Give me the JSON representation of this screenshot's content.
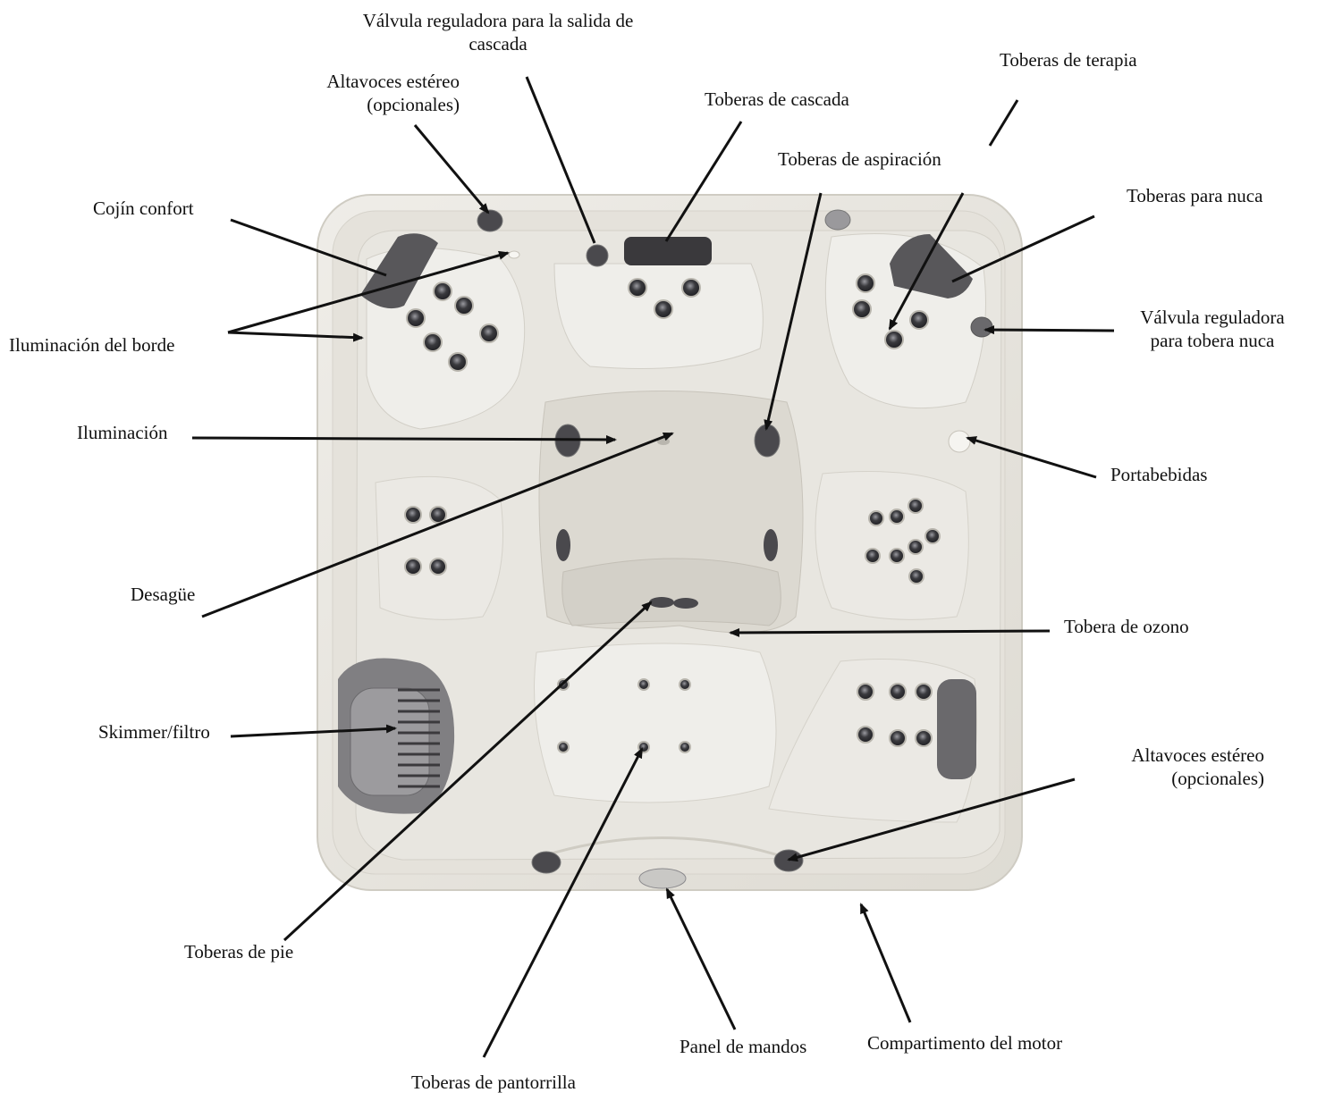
{
  "labels": {
    "valvula_cascada": [
      "Válvula reguladora para la salida de",
      "cascada"
    ],
    "toberas_terapia": "Toberas de terapia",
    "altavoces_top": [
      "Altavoces estéreo",
      "(opcionales)"
    ],
    "toberas_cascada": "Toberas de cascada",
    "toberas_aspiracion": "Toberas de aspiración",
    "cojin_confort": "Cojín confort",
    "toberas_nuca": "Toberas para nuca",
    "iluminacion_borde": "Iluminación del borde",
    "valvula_nuca": [
      "Válvula reguladora",
      "para tobera nuca"
    ],
    "iluminacion": "Iluminación",
    "portabebidas": "Portabebidas",
    "desague": "Desagüe",
    "tobera_ozono": "Tobera de ozono",
    "skimmer": "Skimmer/filtro",
    "altavoces_bottom": [
      "Altavoces estéreo",
      "(opcionales)"
    ],
    "toberas_pie": "Toberas de pie",
    "compartimento_motor": "Compartimento del motor",
    "panel_mandos": "Panel de mandos",
    "toberas_pantorrilla": "Toberas de pantorrilla"
  },
  "colors": {
    "shell": "#e9e7e1",
    "interior": "#e2dfd8",
    "seat": "#ebe9e4",
    "jet": "#3c3c40",
    "pillow": "#58575a",
    "arrow": "#111111"
  }
}
